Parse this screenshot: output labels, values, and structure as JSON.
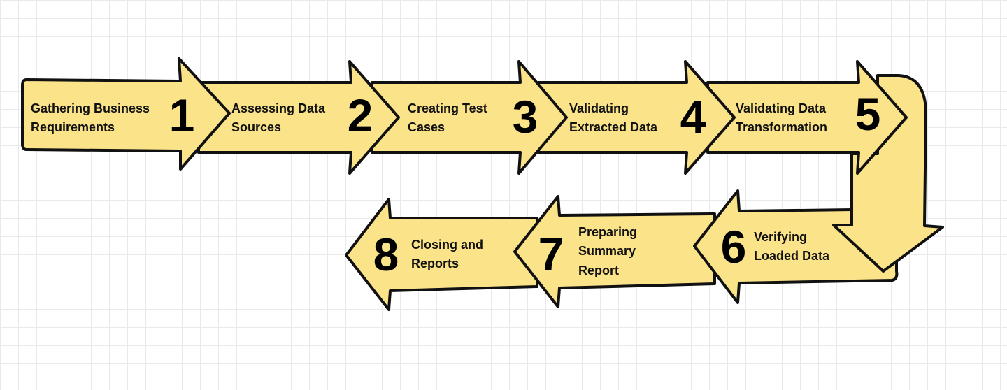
{
  "steps": [
    {
      "number": "1",
      "label_lines": [
        "Gathering Business",
        "Requirements"
      ]
    },
    {
      "number": "2",
      "label_lines": [
        "Assessing Data",
        "Sources"
      ]
    },
    {
      "number": "3",
      "label_lines": [
        "Creating Test",
        "Cases"
      ]
    },
    {
      "number": "4",
      "label_lines": [
        "Validating",
        "Extracted Data"
      ]
    },
    {
      "number": "5",
      "label_lines": [
        "Validating Data",
        "Transformation"
      ]
    },
    {
      "number": "6",
      "label_lines": [
        "Verifying",
        "Loaded Data"
      ]
    },
    {
      "number": "7",
      "label_lines": [
        "Preparing",
        "Summary",
        "Report"
      ]
    },
    {
      "number": "8",
      "label_lines": [
        "Closing and",
        "Reports"
      ]
    }
  ],
  "colors": {
    "fill": "#fbe38a",
    "stroke": "#111111",
    "grid": "#e9e9e9"
  }
}
